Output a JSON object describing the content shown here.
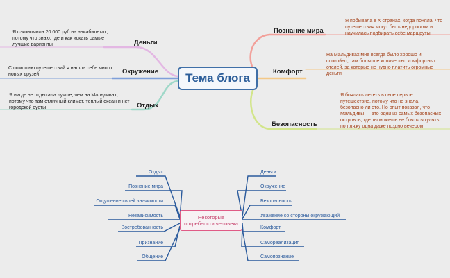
{
  "mindmap": {
    "center": "Тема блога",
    "branches_left": [
      {
        "label": "Деньги",
        "note": "Я сэкономила 20 000 руб на авиабилетах, потому что знаю, где и как искать самые лучшие варианты"
      },
      {
        "label": "Окружение",
        "note": "С помощью путешествий я нашла себе много новых друзей"
      },
      {
        "label": "Отдых",
        "note": "Я нигде не отдыхала лучше, чем на Мальдивах, потому что там отличный климат, теплый океан и нет городской суеты"
      }
    ],
    "branches_right": [
      {
        "label": "Познание мира",
        "note": "Я побывала в Х странах, когда поняла, что путешествия могут быть недорогими и научилась подбирать себе маршруты"
      },
      {
        "label": "Комфорт",
        "note": "На Мальдивах мне всегда было хорошо и спокойно, там большое количество комфортных отелей, за которые не нудно платить огромные деньги"
      },
      {
        "label": "Безопасность",
        "note": "Я боялась лететь в свое первое путешествие, потому что не знала, безопасно ли это. Но опыт показал, что Мальдивы — это одни из самых безопасных островов, где ты можешь не бояться гулять по пляжу одна даже поздно вечером"
      }
    ],
    "colors": {
      "money": "#e3b7e3",
      "environment": "#7f9fd9",
      "rest": "#9fd8c8",
      "world": "#f2a09a",
      "comfort": "#f3c887",
      "safety": "#d2e58a"
    }
  },
  "needs": {
    "center": "Некоторые потребности человека",
    "left": [
      "Отдых",
      "Познание мира",
      "Ощущение своей значимости",
      "Независимость",
      "Востребованность",
      "Признание",
      "Общение"
    ],
    "right": [
      "Деньги",
      "Окружение",
      "Безопасность",
      "Уважение со стороны окружающий",
      "Комфорт",
      "Самореализация",
      "Самопознание"
    ]
  }
}
